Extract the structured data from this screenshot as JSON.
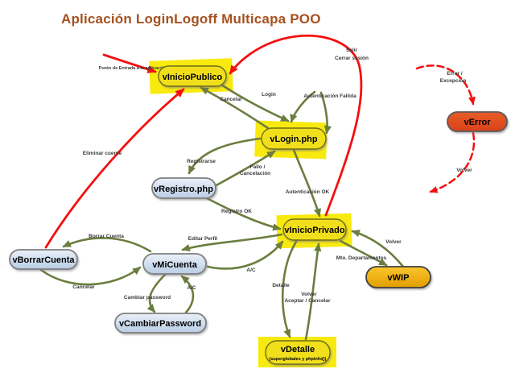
{
  "title": "Aplicación LoginLogoff Multicapa POO",
  "colors": {
    "title": "#A5511F",
    "edge_green": "#6B7D3F",
    "edge_red": "#F50F0F",
    "highlight_yellow": "#F8EA0F",
    "node_yellow": "#F2DF1D",
    "node_yellow_border": "#6E6E14",
    "node_blue_top": "#EAF0F8",
    "node_blue_bottom": "#B9CDE5",
    "node_blue_border": "#7F7F7F",
    "node_amber_top": "#FCC52E",
    "node_amber_bottom": "#E09E00",
    "node_amber_border": "#3F3F3F",
    "node_error_top": "#E85C28",
    "node_error_bottom": "#D9411A",
    "node_error_border": "#5A5A5A"
  },
  "nodes": {
    "inicio_publico": "vInicioPublico",
    "login": "vLogin.php",
    "registro": "vRegistro.php",
    "inicio_privado": "vInicioPrivado",
    "borrar_cuenta": "vBorrarCuenta",
    "mi_cuenta": "vMiCuenta",
    "cambiar_password": "vCambiarPassword",
    "detalle": "vDetalle",
    "detalle_sub": "(superglobales y phpinfo())",
    "wip": "vWIP",
    "error": "vError"
  },
  "edge_labels": {
    "entry": "Punto de Entrada a la aplicación",
    "salir1": "Salir",
    "salir2": "Cerrar sesión",
    "eliminar": "Eliminar cuente",
    "login": "Login",
    "cancelar": "Cancelar",
    "auth_fallida": "Autenticación Fallida",
    "registrarse": "Registrarse",
    "fallo1": "Fallo /",
    "fallo2": "Cancelación",
    "auth_ok": "Autenticación OK",
    "registro_ok": "Registro OK",
    "editar_perfil": "Editar Perfil",
    "ac_micuenta": "A/C",
    "borrar": "Borrar Cuenta",
    "cancelar_borrar": "Cancelar",
    "cambiar_pwd": "Cambiar password",
    "ac_pwd": "A/C",
    "detalle": "Detalle",
    "volver_detalle1": "Volver",
    "volver_detalle2": "Aceptar / Cancelar",
    "mto_dep": "Mto. Departamentos",
    "volver_wip": "Volver",
    "error1": "Error /",
    "error2": "Excepción",
    "volver_error": "Volver"
  }
}
